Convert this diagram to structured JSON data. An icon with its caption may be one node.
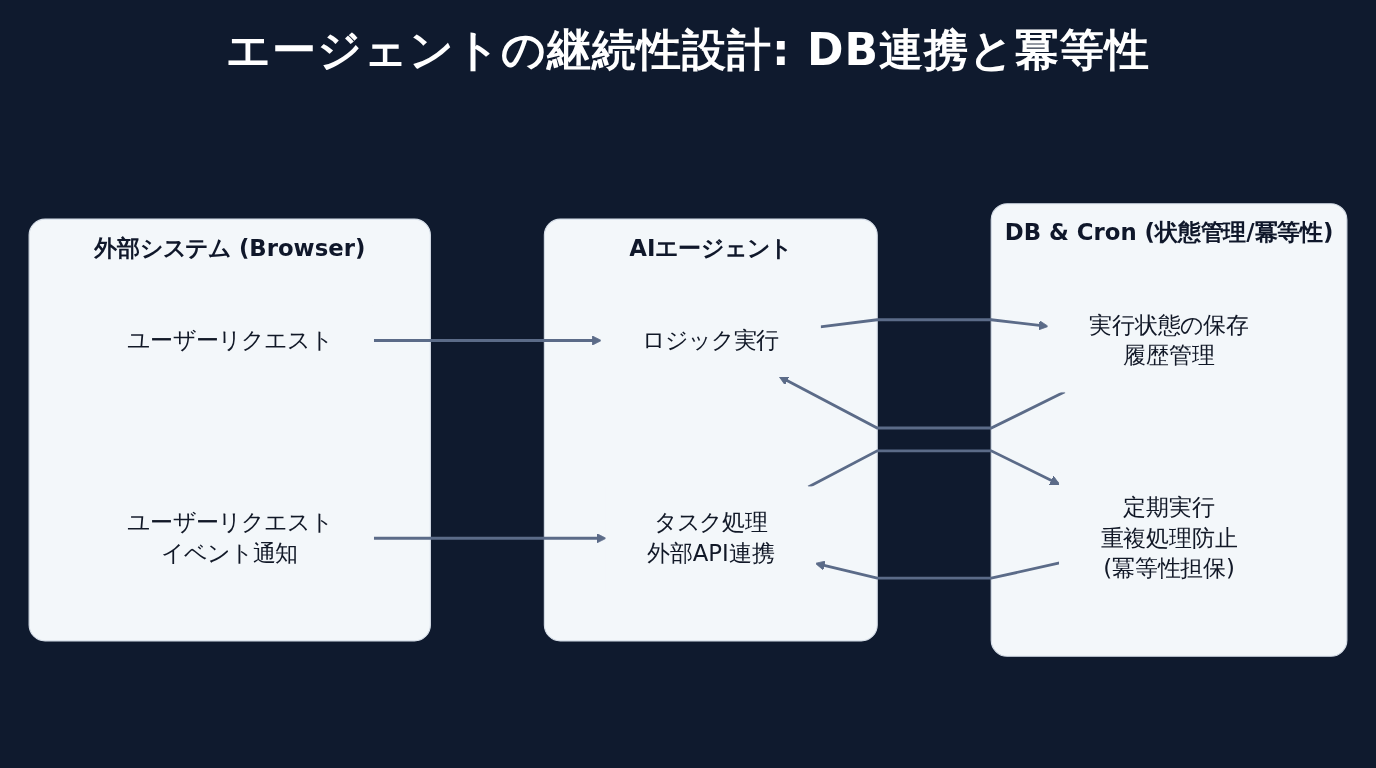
{
  "diagram": {
    "title": "エージェントの継続性設計: DB連携と冪等性",
    "nodes": [
      {
        "text": [
          "外部システム (Browser)"
        ]
      },
      {
        "text": [
          "ユーザーリクエスト"
        ],
        "in": 0
      },
      {
        "text": [
          "ユーザーリクエスト",
          "イベント通知"
        ],
        "in": 0
      },
      {
        "text": [
          "AIエージェント"
        ]
      },
      {
        "text": [
          "ロジック実行"
        ],
        "in": 3
      },
      {
        "text": [
          "タスク処理",
          "外部API連携"
        ],
        "in": 3
      },
      {
        "text": [
          "DB & Cron (状態管理/冪等性)"
        ]
      },
      {
        "text": [
          "実行状態の保存",
          "履歴管理"
        ],
        "in": 6
      },
      {
        "text": [
          "定期実行",
          "重複処理防止",
          "(冪等性担保)"
        ],
        "in": 6
      }
    ],
    "edges": [
      {
        "from": 1,
        "to": 4,
        "arrow": "to"
      },
      {
        "from": 2,
        "to": 5,
        "arrow": "to"
      },
      {
        "from": 4,
        "to": 7,
        "arrow": "to"
      },
      {
        "from": 7,
        "to": 4,
        "arrow": "to"
      },
      {
        "from": 5,
        "to": 8,
        "arrow": "to"
      },
      {
        "from": 8,
        "to": 5,
        "arrow": "to"
      }
    ]
  }
}
